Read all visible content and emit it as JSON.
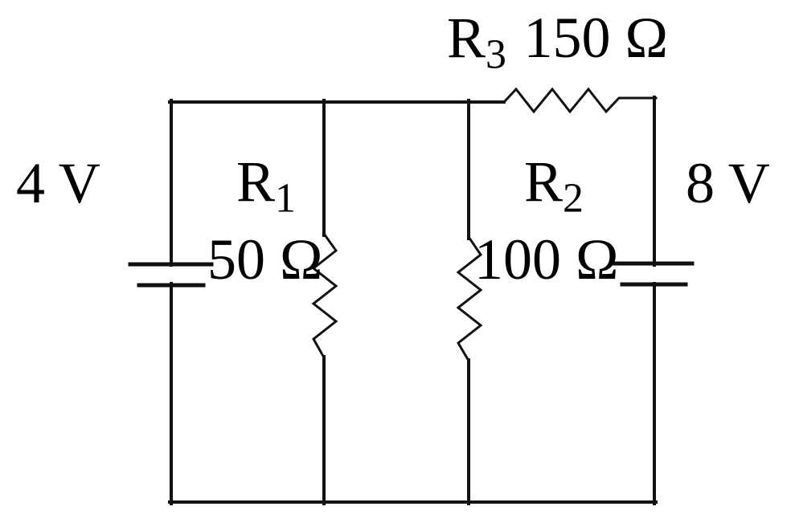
{
  "circuit": {
    "sources": {
      "left": {
        "label": "4 V"
      },
      "right": {
        "label": "8 V"
      }
    },
    "resistors": {
      "r1": {
        "symbol": "R",
        "sub": "1",
        "value": "50 Ω"
      },
      "r2": {
        "symbol": "R",
        "sub": "2",
        "value": "100 Ω"
      },
      "r3": {
        "symbol": "R",
        "sub": "3",
        "value": "150 Ω"
      }
    },
    "colors": {
      "wire": "#111111",
      "background": "#ffffff",
      "text": "#000000"
    }
  }
}
